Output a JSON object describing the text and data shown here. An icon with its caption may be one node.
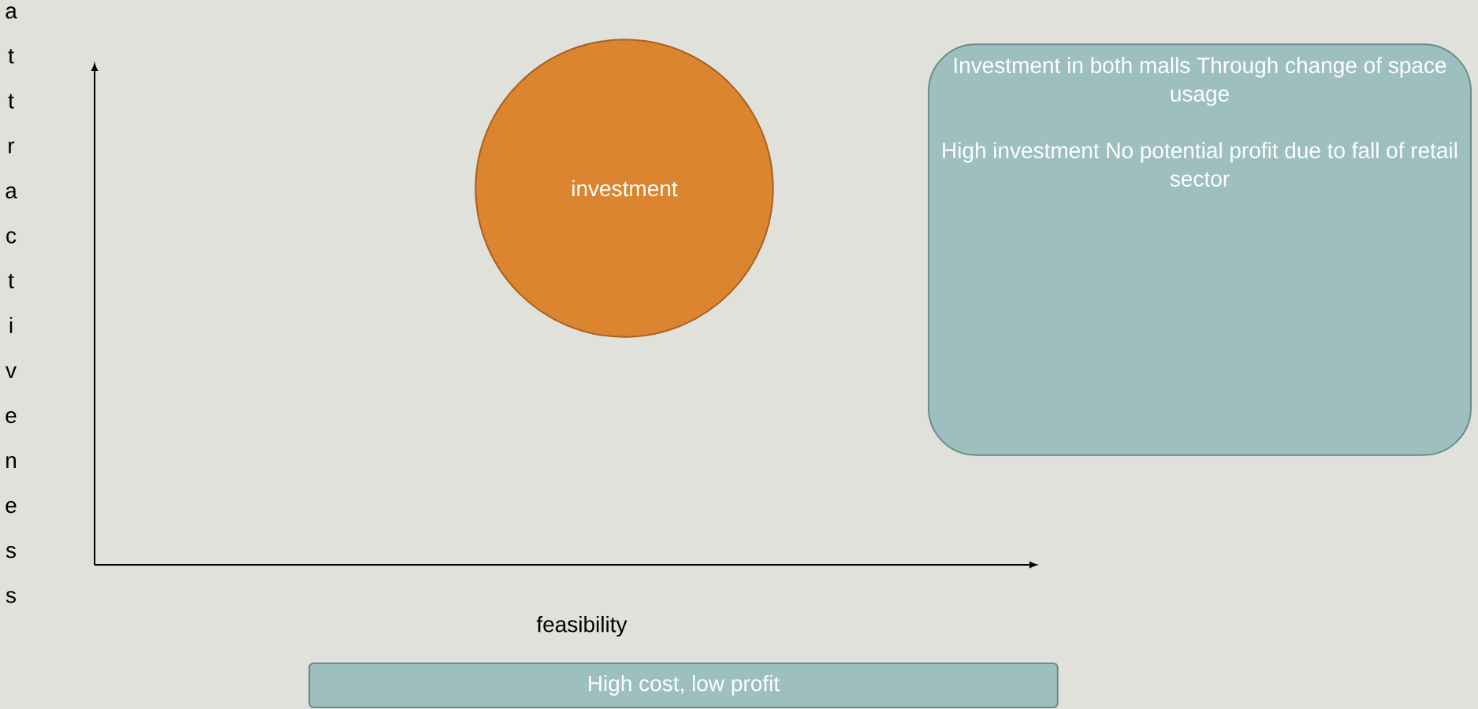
{
  "diagram": {
    "nodes": [
      {
        "text": [
          "investment"
        ]
      },
      {
        "text": [
          "Investment in both malls Through change of space usage",
          "High investment No potential profit due to fall of retail sector"
        ]
      },
      {
        "text": [
          "High cost, low profit"
        ]
      }
    ],
    "labels": [
      "a t t r a c t i v e n e s s",
      "feasibility"
    ]
  }
}
